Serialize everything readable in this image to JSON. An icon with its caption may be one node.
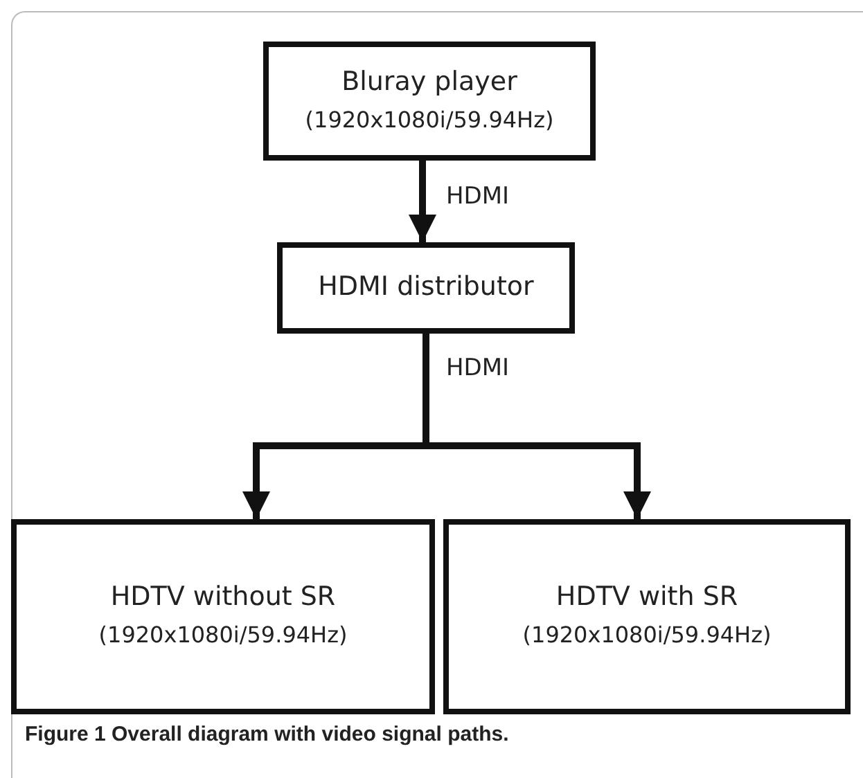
{
  "diagram": {
    "caption": "Figure 1 Overall diagram with video signal paths.",
    "nodes": [
      {
        "text": [
          "Bluray player",
          "(1920x1080i/59.94Hz)"
        ]
      },
      {
        "text": [
          "HDMI distributor"
        ]
      },
      {
        "text": [
          "HDTV without SR",
          "(1920x1080i/59.94Hz)"
        ]
      },
      {
        "text": [
          "HDTV with SR",
          "(1920x1080i/59.94Hz)"
        ]
      }
    ],
    "edges": [
      {
        "from": 0,
        "to": 1,
        "arrow": "to",
        "label": "HDMI"
      },
      {
        "from": 1,
        "to": 2,
        "arrow": "to",
        "label": "HDMI"
      },
      {
        "from": 1,
        "to": 3,
        "arrow": "to"
      }
    ]
  }
}
